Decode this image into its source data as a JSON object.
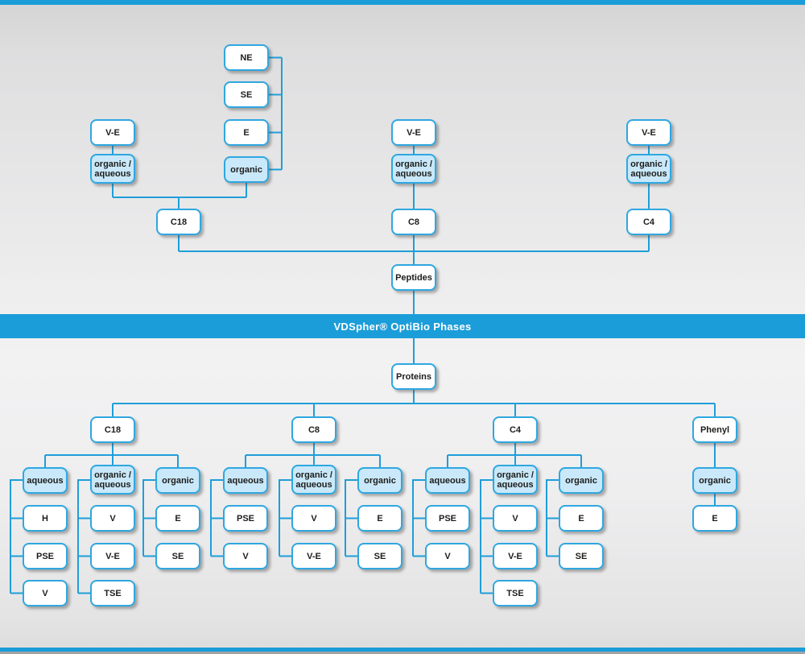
{
  "banner": {
    "title": "VDSpher® OptiBio Phases"
  },
  "colors": {
    "accent_blue": "#1b9dd9",
    "connector_blue": "#1f9ed9",
    "box_border_blue": "#2fa7e0",
    "box_fill_highlight": "#c9e8f9",
    "box_fill_white": "#ffffff",
    "text_dark": "#1d1d1b"
  },
  "peptides_section": {
    "root_label": "Peptides",
    "groups": [
      {
        "column_label": "C18",
        "modes_stack": [
          "NE",
          "SE",
          "E",
          "organic"
        ],
        "ve_label": "V-E",
        "organic_aqueous_label": "organic /\naqueous"
      },
      {
        "column_label": "C8",
        "ve_label": "V-E",
        "organic_aqueous_label": "organic /\naqueous"
      },
      {
        "column_label": "C4",
        "ve_label": "V-E",
        "organic_aqueous_label": "organic /\naqueous"
      }
    ]
  },
  "proteins_section": {
    "root_label": "Proteins",
    "groups": [
      {
        "column_label": "C18",
        "categories": [
          {
            "label": "aqueous",
            "children": [
              "H",
              "PSE",
              "V"
            ]
          },
          {
            "label": "organic /\naqueous",
            "children": [
              "V",
              "V-E",
              "TSE"
            ]
          },
          {
            "label": "organic",
            "children": [
              "E",
              "SE"
            ]
          }
        ]
      },
      {
        "column_label": "C8",
        "categories": [
          {
            "label": "aqueous",
            "children": [
              "PSE",
              "V"
            ]
          },
          {
            "label": "organic /\naqueous",
            "children": [
              "V",
              "V-E"
            ]
          },
          {
            "label": "organic",
            "children": [
              "E",
              "SE"
            ]
          }
        ]
      },
      {
        "column_label": "C4",
        "categories": [
          {
            "label": "aqueous",
            "children": [
              "PSE",
              "V"
            ]
          },
          {
            "label": "organic /\naqueous",
            "children": [
              "V",
              "V-E",
              "TSE"
            ]
          },
          {
            "label": "organic",
            "children": [
              "E",
              "SE"
            ]
          }
        ]
      },
      {
        "column_label": "Phenyl",
        "categories": [
          {
            "label": "organic",
            "children": [
              "E"
            ]
          }
        ]
      }
    ]
  }
}
